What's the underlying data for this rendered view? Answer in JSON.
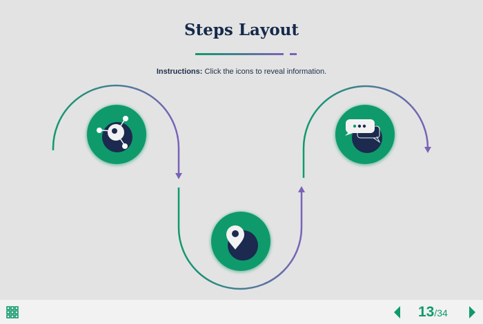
{
  "title": "Steps Layout",
  "instructions": {
    "label": "Instructions:",
    "text": " Click the icons to reveal information."
  },
  "steps": [
    {
      "icon": "network-node-icon"
    },
    {
      "icon": "location-pin-icon"
    },
    {
      "icon": "chat-bubbles-icon"
    }
  ],
  "footer": {
    "menu_icon": "grid-menu-icon",
    "current_page": "13",
    "total_pages": "/34"
  },
  "colors": {
    "green": "#0f9a6c",
    "purple": "#7a62b8",
    "navy": "#1b2a4e",
    "title": "#152a4a"
  }
}
